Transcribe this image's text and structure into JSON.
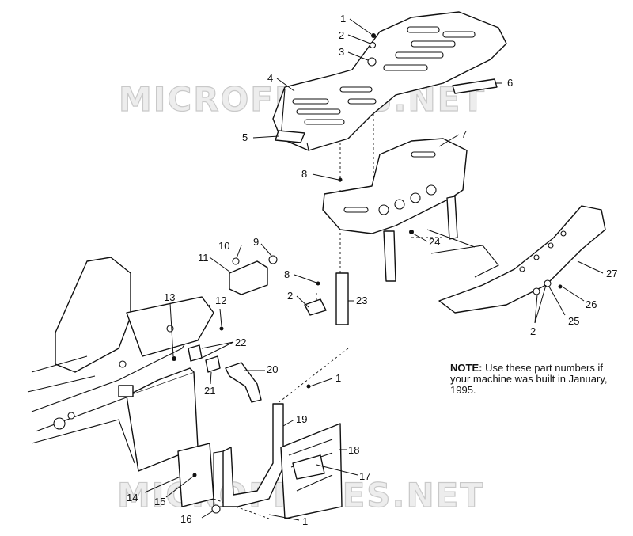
{
  "watermarks": {
    "top": "MICROFICHES.NET",
    "bottom": "MICROFICHES.NET"
  },
  "note": {
    "label": "NOTE:",
    "text": "Use these part numbers if your machine was built in January, 1995."
  },
  "callouts": {
    "c1a": "1",
    "c2a": "2",
    "c3": "3",
    "c4": "4",
    "c5": "5",
    "c6": "6",
    "c7": "7",
    "c8a": "8",
    "c8b": "8",
    "c9": "9",
    "c10": "10",
    "c11": "11",
    "c12": "12",
    "c13": "13",
    "c14": "14",
    "c15": "15",
    "c16": "16",
    "c17": "17",
    "c18": "18",
    "c19": "19",
    "c20": "20",
    "c21": "21",
    "c22": "22",
    "c23": "23",
    "c24": "24",
    "c25": "25",
    "c26": "26",
    "c27": "27",
    "c2b": "2",
    "c2c": "2",
    "c1b": "1",
    "c1c": "1"
  }
}
